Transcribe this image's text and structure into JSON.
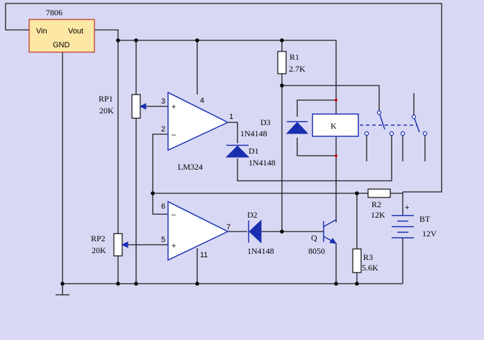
{
  "colors": {
    "background": "#d8d8f4",
    "wire": "#1a1a1a",
    "component_outline": "#1a2fb0",
    "regulator_fill": "#fde7a4",
    "regulator_border": "#c0392b",
    "relay_contact_dot": "#cc0000"
  },
  "regulator": {
    "name": "7806",
    "pin_in": "Vin",
    "pin_out": "Vout",
    "pin_gnd": "GND"
  },
  "rp1": {
    "name": "RP1",
    "value": "20K"
  },
  "rp2": {
    "name": "RP2",
    "value": "20K"
  },
  "r1": {
    "name": "R1",
    "value": "2.7K"
  },
  "r2": {
    "name": "R2",
    "value": "12K"
  },
  "r3": {
    "name": "R3",
    "value": "5.6K"
  },
  "d1": {
    "name": "D1",
    "part": "1N4148"
  },
  "d2": {
    "name": "D2",
    "part": "1N4148"
  },
  "d3": {
    "name": "D3",
    "part": "1N4148"
  },
  "opamp_top": {
    "part": "LM324",
    "pin_plus": "3",
    "pin_minus": "2",
    "pin_out": "1",
    "pin_supply": "4",
    "sign_plus": "+",
    "sign_minus": "–"
  },
  "opamp_bottom": {
    "pin_minus": "6",
    "pin_plus": "5",
    "pin_out": "7",
    "pin_supply": "11",
    "sign_plus": "+",
    "sign_minus": "–"
  },
  "relay": {
    "label": "K"
  },
  "transistor": {
    "name": "Q",
    "part": "8050"
  },
  "battery": {
    "name": "BT",
    "voltage": "12V",
    "polarity": "+"
  }
}
